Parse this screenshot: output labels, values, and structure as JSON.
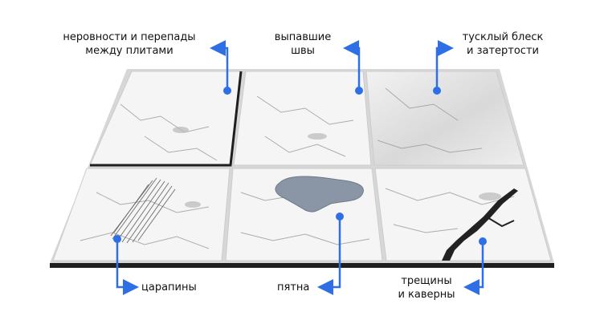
{
  "labels": {
    "uneven": [
      "неровности и перепады",
      "между плитами"
    ],
    "joints": [
      "выпавшие",
      "швы"
    ],
    "dull": [
      "тусклый блеск",
      "и затертости"
    ],
    "scratches": [
      "царапины"
    ],
    "stains": [
      "пятна"
    ],
    "cracks": [
      "трещины",
      "и каверны"
    ]
  },
  "colors": {
    "arrow": "#2f6fe6",
    "tile": "#f4f4f4",
    "vein": "#8c8c8c",
    "stain": "#8a96a6",
    "edge": "#1f1f1f"
  }
}
